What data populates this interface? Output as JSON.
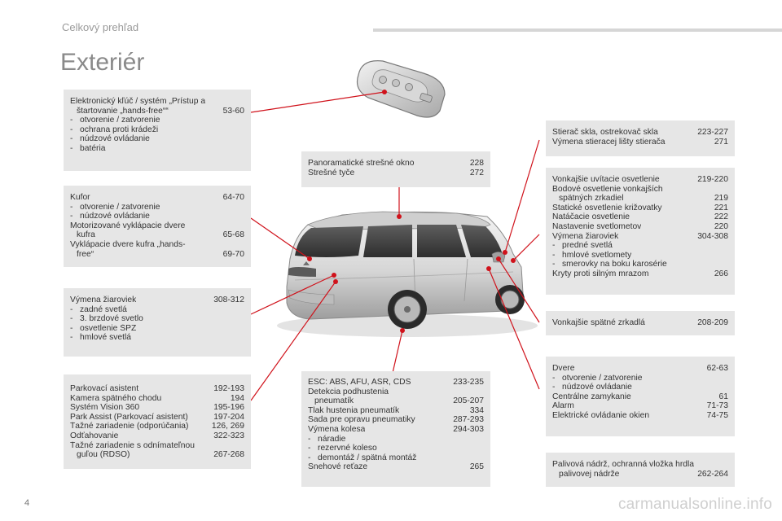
{
  "header": {
    "section": "Celkový prehľad"
  },
  "title": "Exteriér",
  "page_number": "4",
  "watermark": "carmanualsonline.info",
  "colors": {
    "box_bg": "#e6e6e6",
    "leader": "#d0121b",
    "title": "#8a8a8a"
  },
  "boxes": {
    "key": [
      {
        "t": "Elektronický kľúč / systém „Prístup a",
        "p": ""
      },
      {
        "t": "štartovanie „hands-free““",
        "p": "53-60"
      },
      {
        "t": "otvorenie / zatvorenie",
        "p": ""
      },
      {
        "t": "ochrana proti krádeži",
        "p": ""
      },
      {
        "t": "núdzové ovládanie",
        "p": ""
      },
      {
        "t": "batéria",
        "p": ""
      }
    ],
    "boot": [
      {
        "t": "Kufor",
        "p": "64-70"
      },
      {
        "t": "otvorenie / zatvorenie",
        "p": ""
      },
      {
        "t": "núdzové ovládanie",
        "p": ""
      },
      {
        "t": "Motorizované vyklápacie dvere",
        "p": ""
      },
      {
        "t": "kufra",
        "p": "65-68"
      },
      {
        "t": "Vyklápacie dvere kufra „hands-",
        "p": ""
      },
      {
        "t": "free“",
        "p": "69-70"
      }
    ],
    "rearlamps": [
      {
        "t": "Výmena žiaroviek",
        "p": "308-312"
      },
      {
        "t": "zadné svetlá",
        "p": ""
      },
      {
        "t": "3. brzdové svetlo",
        "p": ""
      },
      {
        "t": "osvetlenie ŠPZ",
        "p": ""
      },
      {
        "t": "hmlové svetlá",
        "p": ""
      }
    ],
    "parking": [
      {
        "t": "Parkovací asistent",
        "p": "192-193"
      },
      {
        "t": "Kamera spätného chodu",
        "p": "194"
      },
      {
        "t": "Systém Vision 360",
        "p": "195-196"
      },
      {
        "t": "Park Assist (Parkovací asistent)",
        "p": "197-204"
      },
      {
        "t": "Ťažné zariadenie (odporúčania)",
        "p": "126, 269"
      },
      {
        "t": "Odťahovanie",
        "p": "322-323"
      },
      {
        "t": "Ťažné zariadenie s odnímateľnou",
        "p": ""
      },
      {
        "t": "guľou (RDSO)",
        "p": "267-268"
      }
    ],
    "roof": [
      {
        "t": "Panoramatické strešné okno",
        "p": "228"
      },
      {
        "t": "Strešné tyče",
        "p": "272"
      }
    ],
    "tyres": [
      {
        "t": "ESC: ABS, AFU, ASR, CDS",
        "p": "233-235"
      },
      {
        "t": "Detekcia podhustenia",
        "p": ""
      },
      {
        "t": "pneumatík",
        "p": "205-207"
      },
      {
        "t": "Tlak hustenia pneumatík",
        "p": "334"
      },
      {
        "t": "Sada pre opravu pneumatiky",
        "p": "287-293"
      },
      {
        "t": "Výmena kolesa",
        "p": "294-303"
      },
      {
        "t": "náradie",
        "p": ""
      },
      {
        "t": "rezervné koleso",
        "p": ""
      },
      {
        "t": "demontáž / spätná montáž",
        "p": ""
      },
      {
        "t": "Snehové reťaze",
        "p": "265"
      }
    ],
    "wipers": [
      {
        "t": "Stierač skla, ostrekovač skla",
        "p": "223-227"
      },
      {
        "t": "Výmena stieracej lišty stierača",
        "p": "271"
      }
    ],
    "lights": [
      {
        "t": "Vonkajšie uvítacie osvetlenie",
        "p": "219-220"
      },
      {
        "t": "Bodové osvetlenie vonkajších",
        "p": ""
      },
      {
        "t": "spätných zrkadiel",
        "p": "219"
      },
      {
        "t": "Statické osvetlenie križovatky",
        "p": "221"
      },
      {
        "t": "Natáčacie osvetlenie",
        "p": "222"
      },
      {
        "t": "Nastavenie svetlometov",
        "p": "220"
      },
      {
        "t": "Výmena žiaroviek",
        "p": "304-308"
      },
      {
        "t": "predné svetlá",
        "p": ""
      },
      {
        "t": "hmlové svetlomety",
        "p": ""
      },
      {
        "t": "smerovky na boku karosérie",
        "p": ""
      },
      {
        "t": "Kryty proti silným mrazom",
        "p": "266"
      }
    ],
    "mirrors": [
      {
        "t": "Vonkajšie spätné zrkadlá",
        "p": "208-209"
      }
    ],
    "doors": [
      {
        "t": "Dvere",
        "p": "62-63"
      },
      {
        "t": "otvorenie / zatvorenie",
        "p": ""
      },
      {
        "t": "núdzové ovládanie",
        "p": ""
      },
      {
        "t": "Centrálne zamykanie",
        "p": "61"
      },
      {
        "t": "Alarm",
        "p": "71-73"
      },
      {
        "t": "Elektrické ovládanie okien",
        "p": "74-75"
      }
    ],
    "fuel": [
      {
        "t": "Palivová nádrž, ochranná vložka hrdla",
        "p": ""
      },
      {
        "t": "palivovej nádrže",
        "p": "262-264"
      }
    ]
  }
}
